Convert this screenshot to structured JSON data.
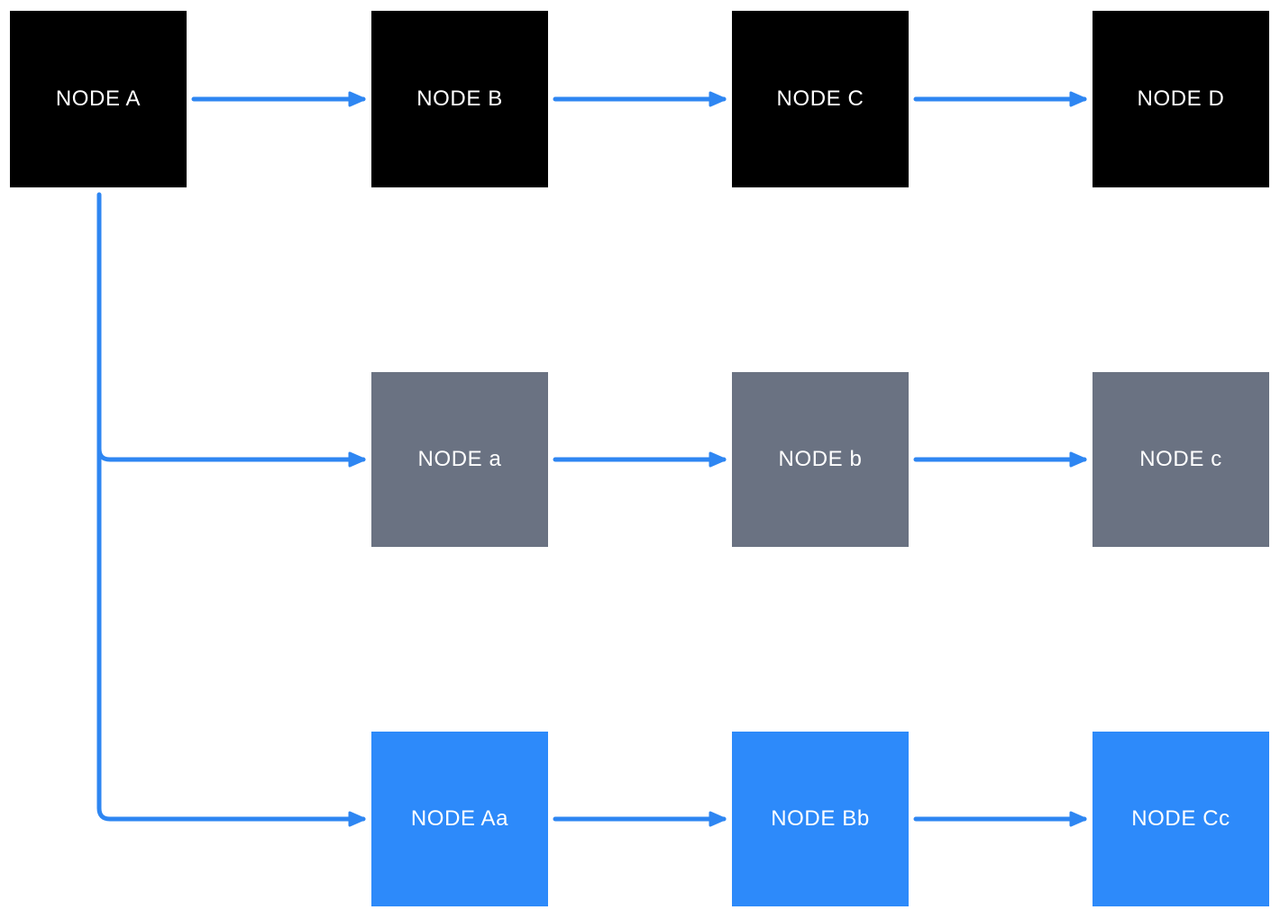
{
  "diagram": {
    "title": "node-flow-diagram",
    "connector_color": "#2e86f2",
    "background_color": "#ffffff",
    "rows": [
      {
        "name": "top-row",
        "node_color": "#000000",
        "text_color": "#ffffff",
        "nodes": [
          {
            "label": "NODE A"
          },
          {
            "label": "NODE B"
          },
          {
            "label": "NODE C"
          },
          {
            "label": "NODE D"
          }
        ]
      },
      {
        "name": "middle-row",
        "node_color": "#6a7282",
        "text_color": "#ffffff",
        "nodes": [
          {
            "label": "NODE a"
          },
          {
            "label": "NODE b"
          },
          {
            "label": "NODE c"
          }
        ]
      },
      {
        "name": "bottom-row",
        "node_color": "#2d8afa",
        "text_color": "#ffffff",
        "nodes": [
          {
            "label": "NODE Aa"
          },
          {
            "label": "NODE Bb"
          },
          {
            "label": "NODE Cc"
          }
        ]
      }
    ],
    "edges": [
      {
        "from": "NODE A",
        "to": "NODE B"
      },
      {
        "from": "NODE B",
        "to": "NODE C"
      },
      {
        "from": "NODE C",
        "to": "NODE D"
      },
      {
        "from": "NODE A",
        "to": "NODE a"
      },
      {
        "from": "NODE a",
        "to": "NODE b"
      },
      {
        "from": "NODE b",
        "to": "NODE c"
      },
      {
        "from": "NODE A",
        "to": "NODE Aa"
      },
      {
        "from": "NODE Aa",
        "to": "NODE Bb"
      },
      {
        "from": "NODE Bb",
        "to": "NODE Cc"
      }
    ]
  }
}
